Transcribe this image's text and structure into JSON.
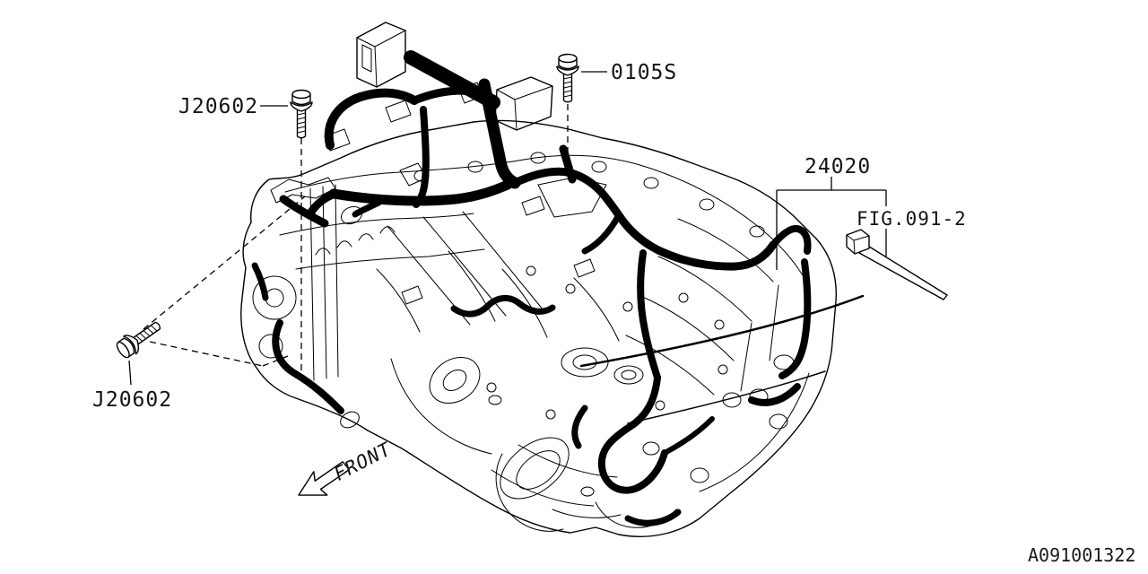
{
  "diagram": {
    "type": "engine-wiring-harness-parts-diagram",
    "labels": {
      "bolt_top_left": "J20602",
      "bolt_top_center": "0105S",
      "harness_assembly": "24020",
      "figure_reference": "FIG.091-2",
      "bolt_bottom_left": "J20602",
      "front_direction": "FRONT"
    },
    "footer": {
      "doc_number": "A091001322"
    },
    "icons": [
      {
        "name": "bolt-icon",
        "meaning": "flange bolt fastener, shown 3 times"
      },
      {
        "name": "cable-tie-icon",
        "meaning": "harness cable tie referenced to FIG.091-2"
      },
      {
        "name": "front-arrow-icon",
        "meaning": "outline arrow showing vehicle front direction"
      },
      {
        "name": "engine-line-art",
        "meaning": "boxer engine assembly line drawing"
      },
      {
        "name": "wiring-harness",
        "meaning": "main engine wiring harness 24020 drawn as thick black cable runs"
      }
    ],
    "colors": {
      "ink": "#000000",
      "background": "#ffffff"
    }
  }
}
